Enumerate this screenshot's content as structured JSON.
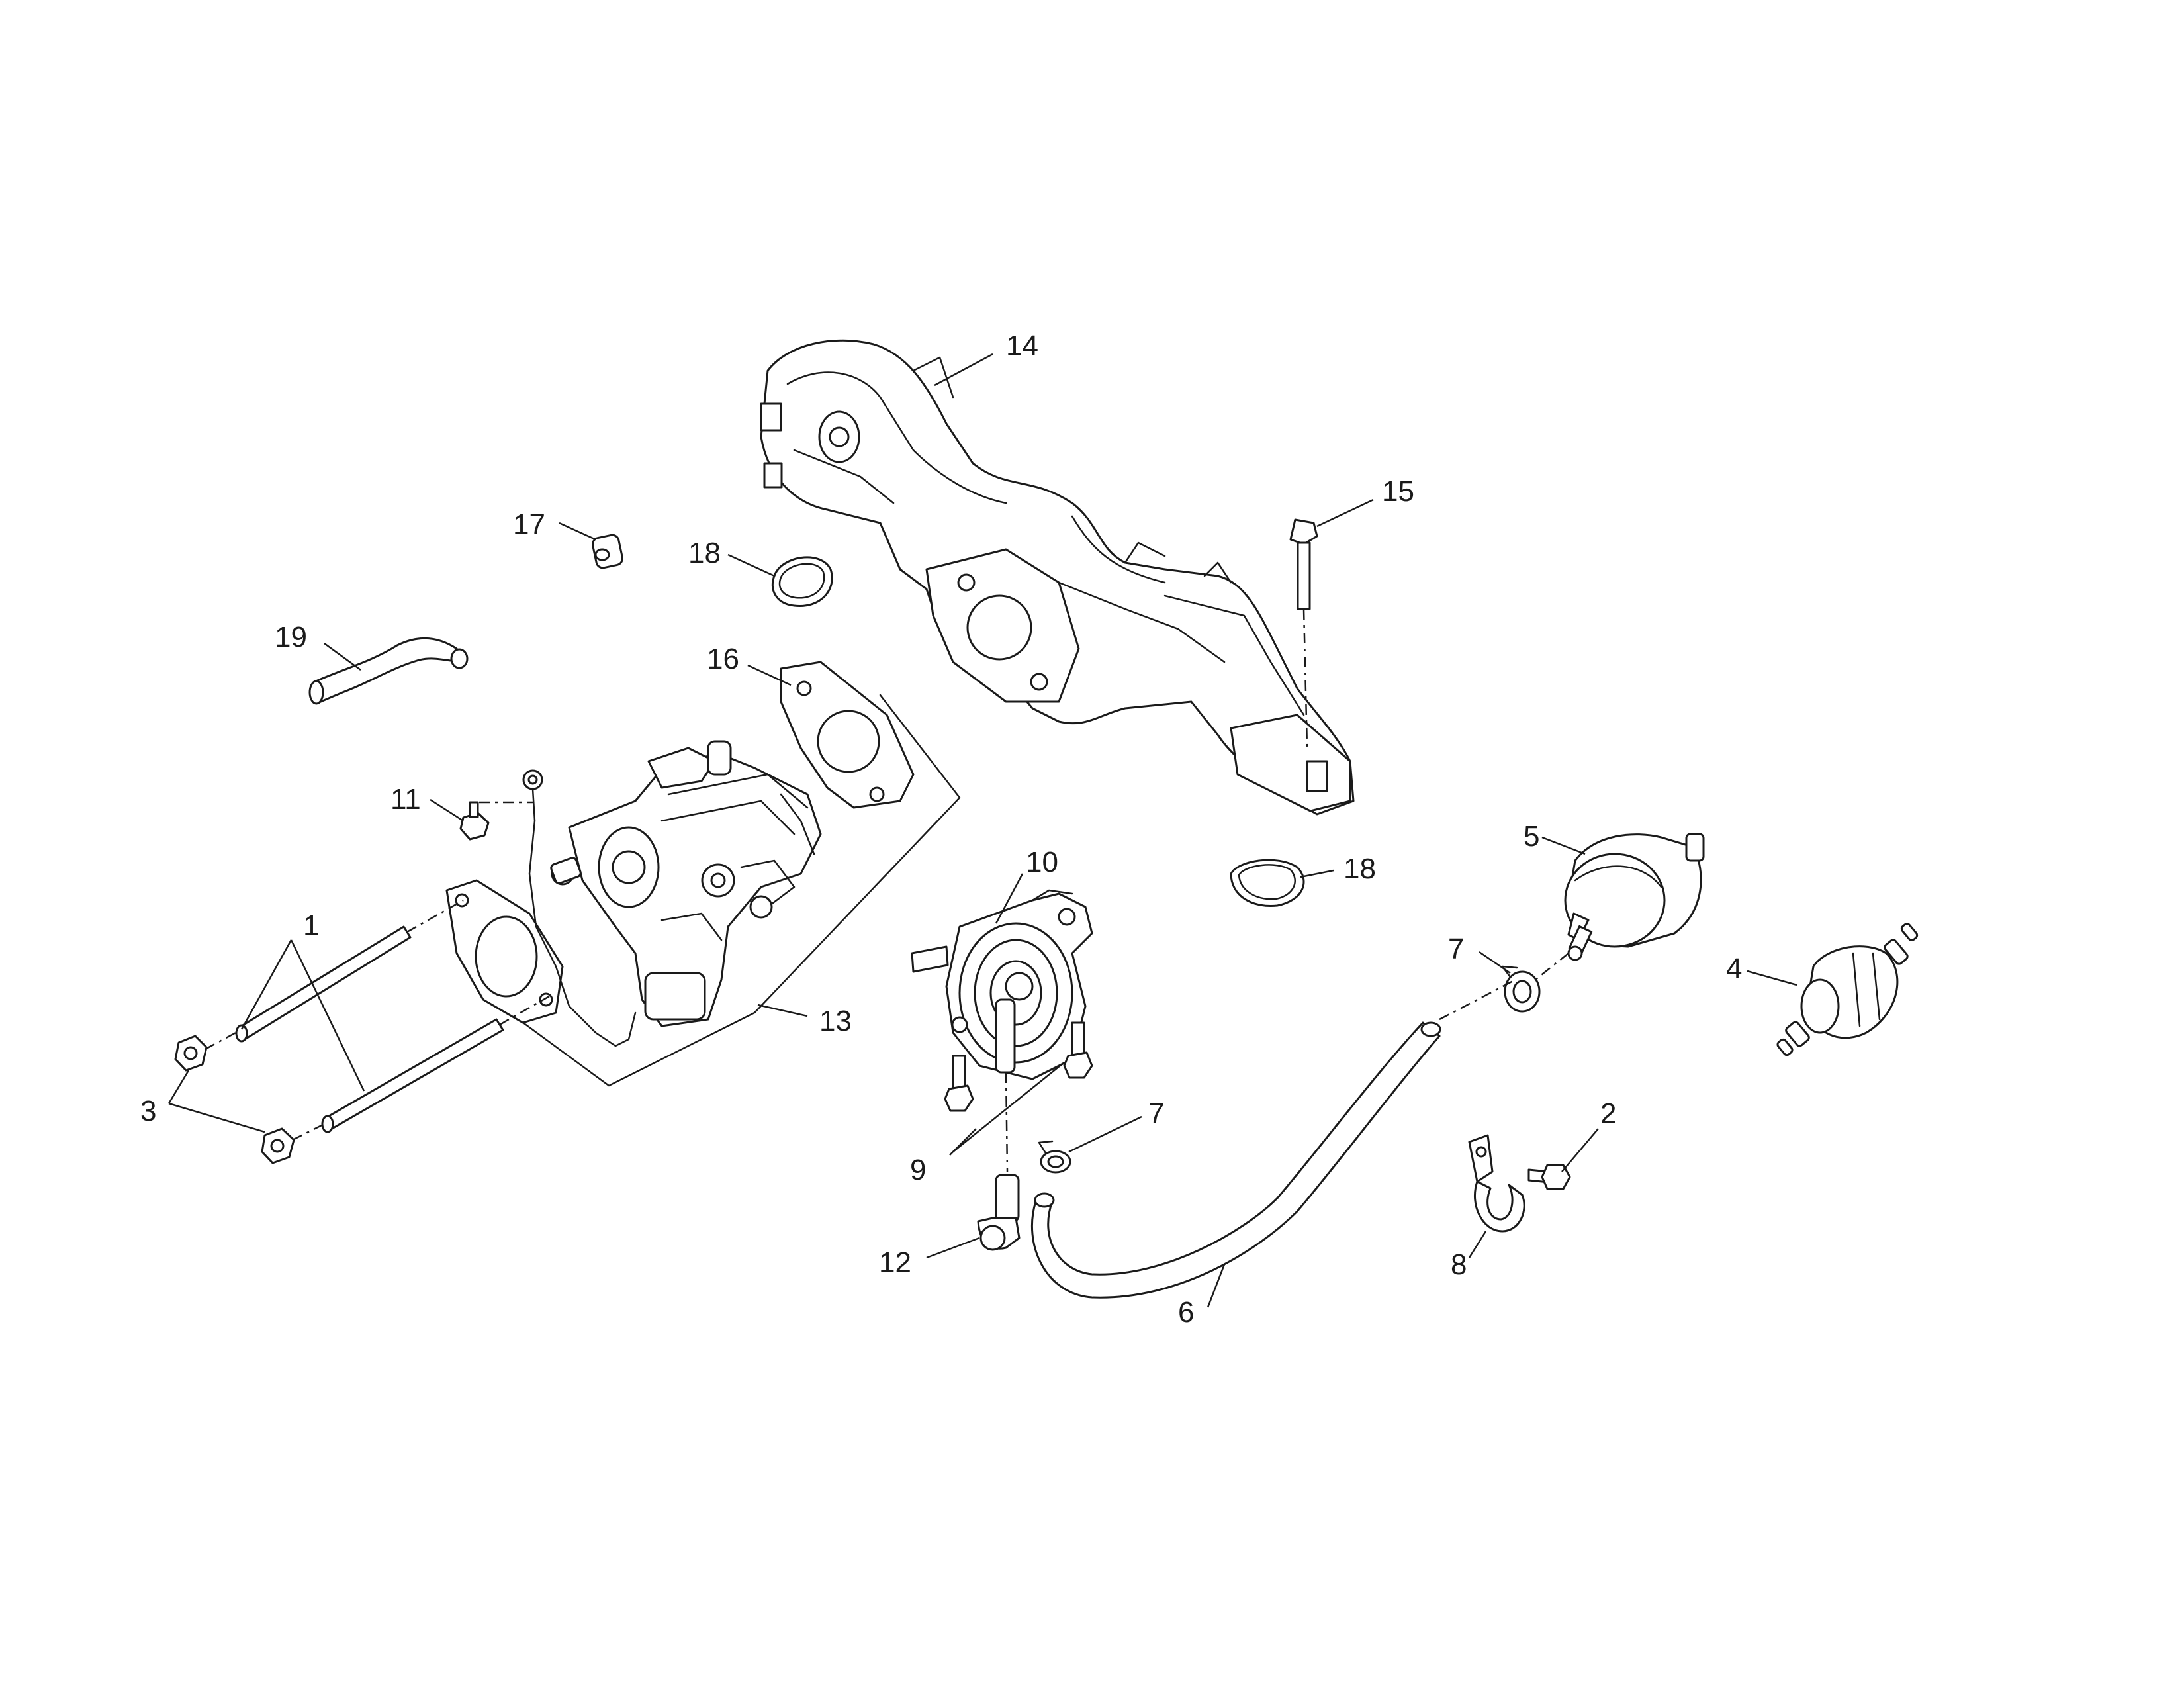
{
  "callouts": {
    "c1": "1",
    "c2": "2",
    "c3": "3",
    "c4": "4",
    "c5": "5",
    "c6": "6",
    "c7a": "7",
    "c7b": "7",
    "c8": "8",
    "c9": "9",
    "c10": "10",
    "c11": "11",
    "c12": "12",
    "c13": "13",
    "c14": "14",
    "c15": "15",
    "c16": "16",
    "c17": "17",
    "c18a": "18",
    "c18b": "18",
    "c19": "19"
  },
  "parts": {
    "p1": "stud",
    "p2": "screw",
    "p3": "nut",
    "p4": "fuel-filter",
    "p5": "fuel-pump",
    "p6": "fuel-hose",
    "p7": "hose-clamp",
    "p8": "hose-clip",
    "p9": "screw",
    "p10": "fuel-pump-bracket",
    "p11": "bolt",
    "p12": "elbow-fitting",
    "p13": "carburetor-kit",
    "p14": "intake-manifold",
    "p15": "bolt",
    "p16": "gasket",
    "p17": "plug",
    "p18": "o-ring",
    "p19": "breather-hose"
  },
  "colors": {
    "ink": "#1a1a1a",
    "paper": "#ffffff"
  }
}
